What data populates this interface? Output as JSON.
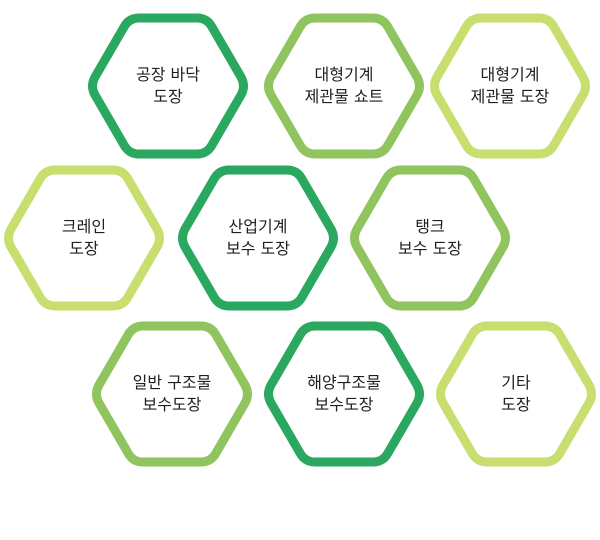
{
  "colors": {
    "dark_green": "#2aa860",
    "mid_green": "#8fc45f",
    "light_green": "#c8de6e"
  },
  "items": [
    {
      "line1": "공장 바닥",
      "line2": "도장",
      "tone": "dark"
    },
    {
      "line1": "대형기계",
      "line2": "제관물 쇼트",
      "tone": "mid"
    },
    {
      "line1": "대형기계",
      "line2": "제관물 도장",
      "tone": "light"
    },
    {
      "line1": "크레인",
      "line2": "도장",
      "tone": "light"
    },
    {
      "line1": "산업기계",
      "line2": "보수 도장",
      "tone": "dark"
    },
    {
      "line1": "탱크",
      "line2": "보수 도장",
      "tone": "mid"
    },
    {
      "line1": "일반 구조물",
      "line2": "보수도장",
      "tone": "mid"
    },
    {
      "line1": "해양구조물",
      "line2": "보수도장",
      "tone": "dark"
    },
    {
      "line1": "기타",
      "line2": "도장",
      "tone": "light"
    }
  ]
}
